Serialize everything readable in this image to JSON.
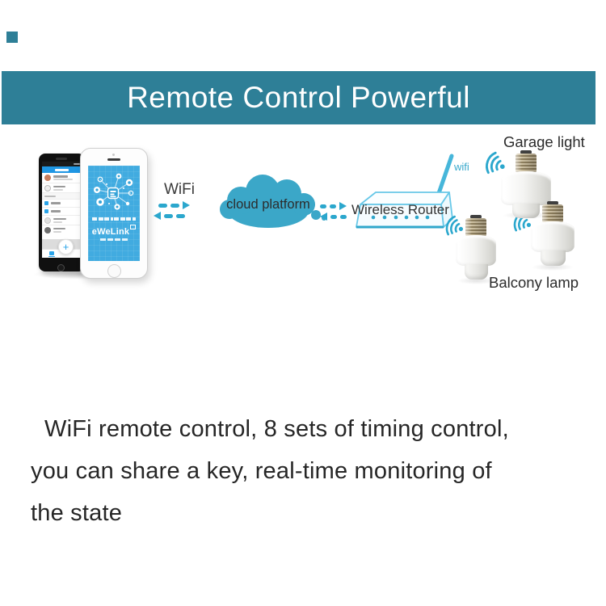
{
  "banner": {
    "title": "Remote Control Powerful",
    "bg_color": "#2e7f97",
    "text_color": "#ffffff"
  },
  "decor": {
    "corner_square_color": "#2e7f97"
  },
  "diagram": {
    "wifi_link_label": "WiFi",
    "cloud_label": "cloud platform",
    "router_label": "Wireless Router",
    "router_antenna_label": "wifi",
    "garage_label": "Garage light",
    "balcony_label": "Balcony lamp",
    "phone_app_logo": "eWeLink",
    "fab_plus": "+",
    "colors": {
      "signal_teal": "#2ba7cd",
      "cloud_fill": "#3ba7c8",
      "router_outline": "#68c8e8",
      "phone_screen_blue": "#41abe0",
      "app_header_blue": "#1f96e3"
    }
  },
  "description": {
    "lines": [
      "WiFi remote control, 8 sets of timing control,",
      "you can share a key, real-time monitoring of",
      "the state"
    ]
  }
}
